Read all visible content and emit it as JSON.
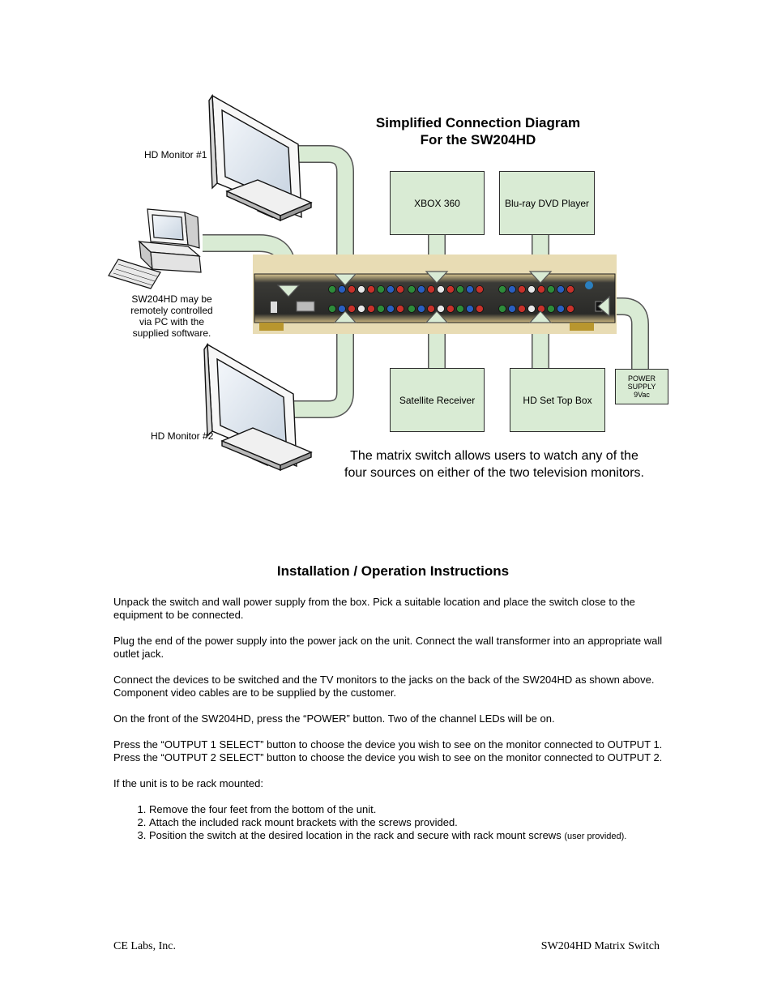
{
  "diagram": {
    "title_line1": "Simplified Connection Diagram",
    "title_line2": "For the SW204HD",
    "monitor1_label": "HD Monitor #1",
    "monitor2_label": "HD Monitor #2",
    "pc_note": [
      "SW204HD may be",
      "remotely controlled",
      "via PC with the",
      "supplied software."
    ],
    "devices": {
      "xbox": "XBOX 360",
      "bluray": "Blu-ray DVD Player",
      "satellite": "Satellite Receiver",
      "settop": "HD Set Top Box"
    },
    "power_supply": [
      "POWER",
      "SUPPLY",
      "9Vac"
    ],
    "caption_line1": "The matrix switch allows users to watch any of the",
    "caption_line2": "four sources on either of the two television monitors."
  },
  "instructions": {
    "title": "Installation / Operation Instructions",
    "paragraphs": [
      "Unpack the switch and wall power supply from the box. Pick a suitable location and place the switch close to the equipment to be connected.",
      "Plug the end of the power supply into the power jack on the unit. Connect the wall transformer into an appropriate wall outlet jack.",
      "Connect the devices to be switched and the TV monitors to the jacks on the back of the SW204HD as shown above. Component video cables are to be supplied by the customer.",
      "On the front of the SW204HD, press the “POWER” button. Two of the channel LEDs will be on.",
      "Press the “OUTPUT 1 SELECT” button to choose the device you wish to see on the monitor connected to OUTPUT 1. Press the “OUTPUT 2 SELECT” button to choose the device you wish to see on the monitor connected to OUTPUT 2.",
      "If the unit is to be rack mounted:"
    ],
    "steps": [
      "Remove the four feet from the bottom of the unit.",
      "Attach the included rack mount brackets with the screws provided.",
      "Position the switch at the desired location in the rack and secure with rack mount screws"
    ],
    "step3_note": "(user provided)."
  },
  "footer": {
    "left": "CE Labs, Inc.",
    "right": "SW204HD Matrix Switch"
  }
}
